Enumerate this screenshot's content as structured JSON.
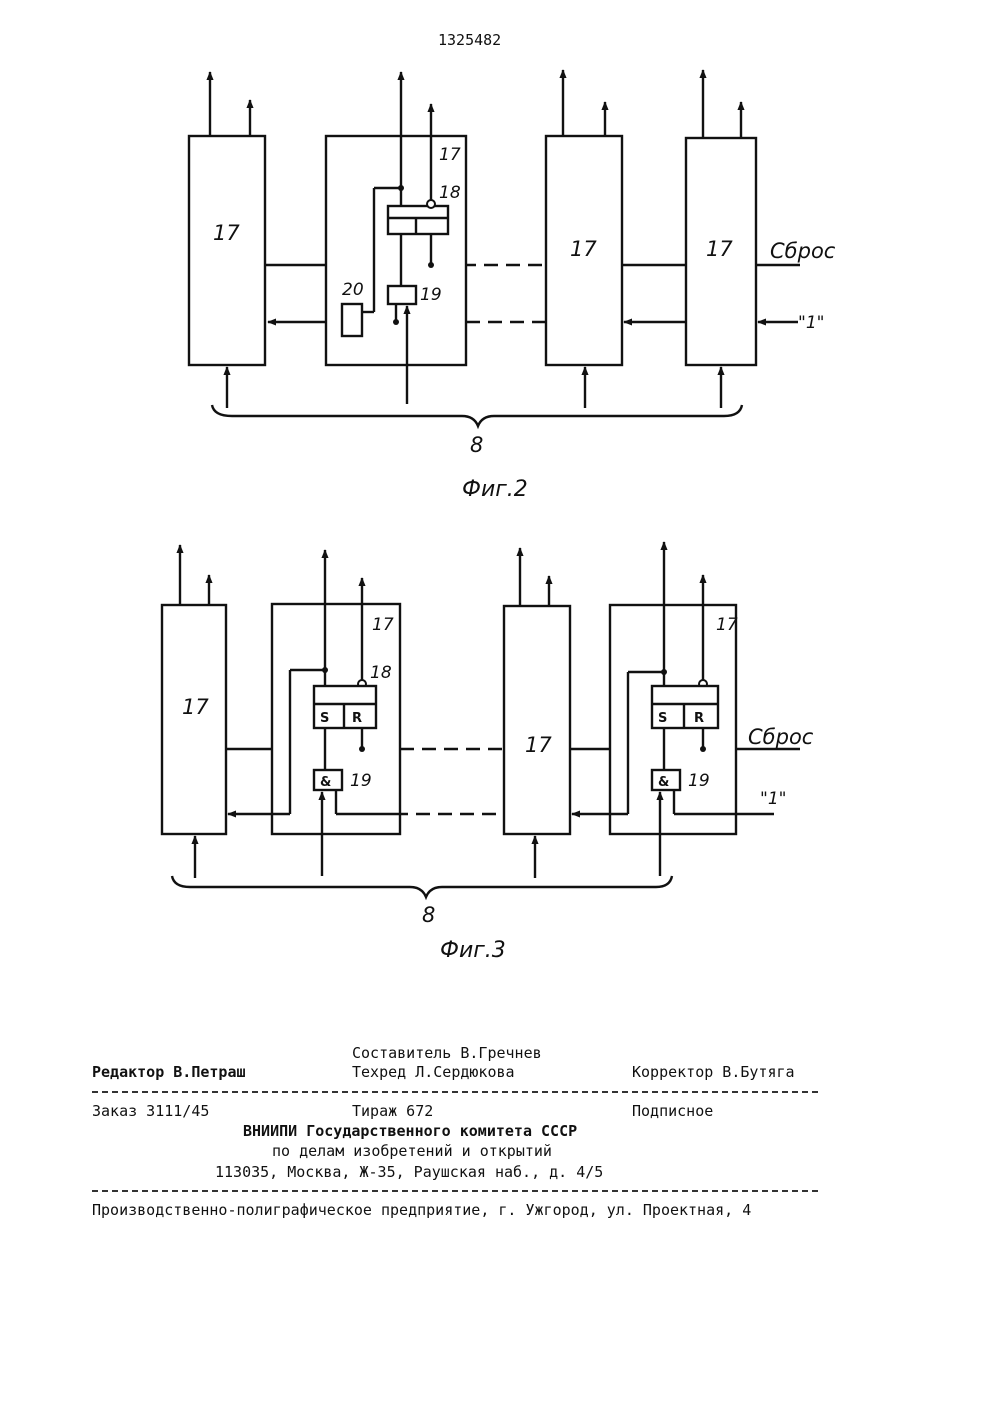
{
  "patent_number": "1325482",
  "figure2": {
    "caption": "Фиг.2",
    "block_label": "17",
    "trigger_label": "18",
    "gate_label": "19",
    "element_label": "20",
    "reset_label": "Сброс",
    "one_label": "\"1\"",
    "bus_label": "8"
  },
  "figure3": {
    "caption": "Фиг.3",
    "block_label": "17",
    "trigger_label": "18",
    "gate_label": "19",
    "set_label": "S",
    "reset_input_label": "R",
    "and_label": "&",
    "reset_label": "Сброс",
    "one_label": "\"1\"",
    "bus_label": "8"
  },
  "imprint": {
    "composer": "Составитель В.Гречнев",
    "editor": "Редактор В.Петраш",
    "techred": "Техред Л.Сердюкова",
    "corrector": "Корректор В.Бутяга",
    "order": "Заказ 3111/45",
    "circulation": "Тираж 672",
    "subscription": "Подписное",
    "org_line1": "ВНИИПИ Государственного комитета СССР",
    "org_line2": "по делам изобретений и открытий",
    "address": "113035, Москва, Ж-35, Раушская наб., д. 4/5",
    "printer": "Производственно-полиграфическое предприятие, г. Ужгород, ул. Проектная, 4"
  }
}
